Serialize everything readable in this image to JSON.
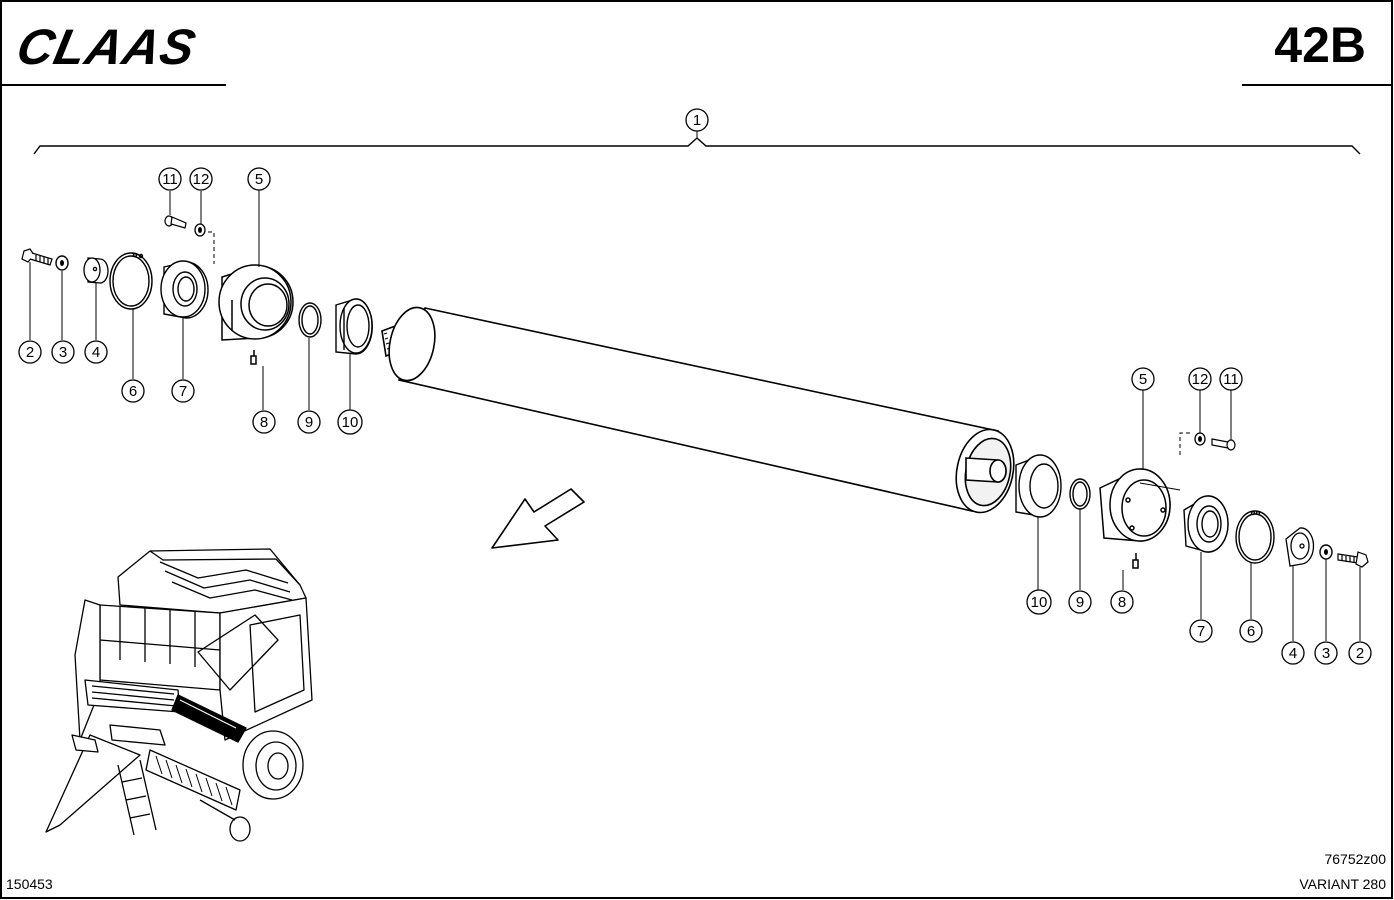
{
  "header": {
    "brand": "CLAAS",
    "page_code": "42B"
  },
  "footer": {
    "sheet_number": "150453",
    "drawing_number": "76752z00",
    "model": "VARIANT 280"
  },
  "callouts": {
    "c1": "1",
    "c2": "2",
    "c3": "3",
    "c4": "4",
    "c5": "5",
    "c6": "6",
    "c7": "7",
    "c8": "8",
    "c9": "9",
    "c10": "10",
    "c11": "11",
    "c12": "12"
  },
  "colors": {
    "ink": "#000000",
    "paper": "#ffffff",
    "shade": "#d9d9d9"
  }
}
